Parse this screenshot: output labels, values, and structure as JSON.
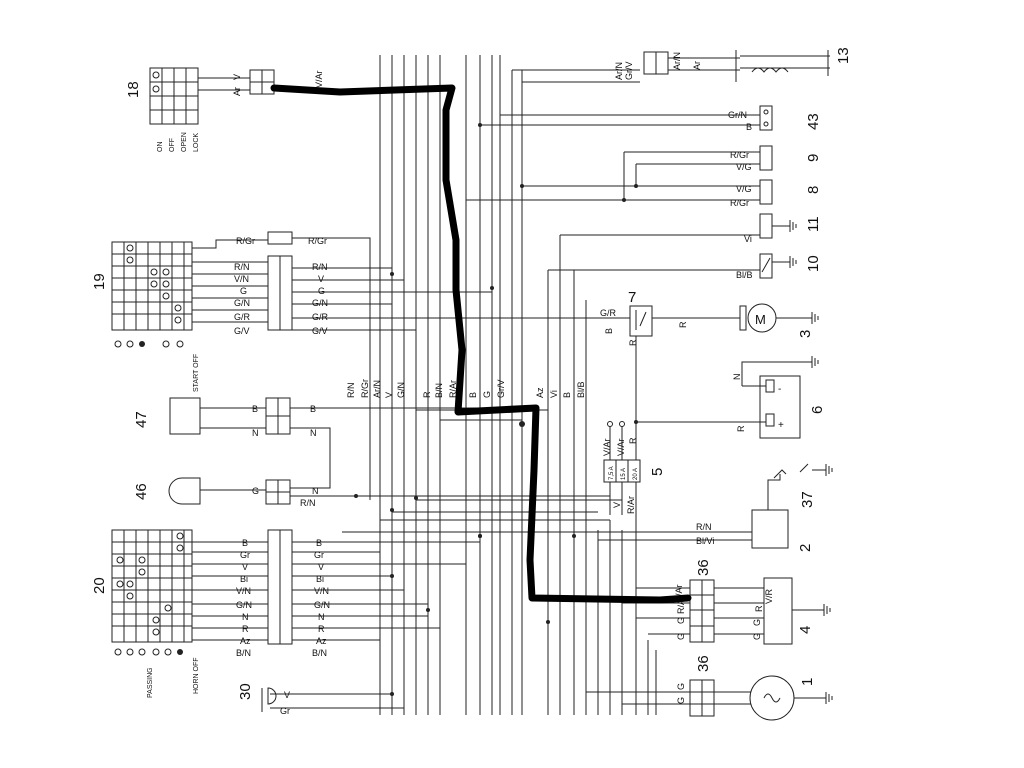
{
  "diagram": {
    "components": {
      "c18": "18",
      "c43": "43",
      "c9": "9",
      "c8": "8",
      "c11": "11",
      "c10": "10",
      "c7": "7",
      "c3": "3",
      "c6": "6",
      "c5": "5",
      "c47": "47",
      "c46": "46",
      "c37": "37",
      "c2": "2",
      "c36a": "36",
      "c36b": "36",
      "c4": "4",
      "c1": "1",
      "c30": "30",
      "c13": "13",
      "c20": "20",
      "c19": "19"
    },
    "switch18_labels": [
      "ON",
      "OFF",
      "OPEN",
      "LOCK"
    ],
    "switch19_label": "START OFF",
    "switch20_labels": [
      "PASSING",
      "HORN OFF"
    ],
    "fuses": [
      "7,5 A",
      "15 A",
      "20 A"
    ],
    "battery": {
      "plus": "+",
      "minus": "-"
    },
    "motor_symbol": "M",
    "wire_labels": {
      "w_VAr_top": "V/Ar",
      "w_V18": "V",
      "w_Ar18": "Ar",
      "w_ArN": "Ar/N",
      "w_GrV_top": "Gr/V",
      "w_ArN2": "Ar/N",
      "w_Ar_top": "Ar",
      "w_GrN43": "Gr/N",
      "w_B43": "B",
      "w_RGr9": "R/Gr",
      "w_VG9": "V/G",
      "w_VG8": "V/G",
      "w_RGr8": "R/Gr",
      "w_Vi11": "Vi",
      "w_BlB10": "Bl/B",
      "w_GR7": "G/R",
      "w_B7": "B",
      "w_R7": "R",
      "w_R3": "R",
      "w_N6": "N",
      "w_R6": "R",
      "w_VAr5": "V/Ar",
      "w_VAr5b": "V/Ar",
      "w_R5": "R",
      "w_V5": "V",
      "w_RAr5": "R/Ar",
      "w_RN2": "R/N",
      "w_BlVi2": "Bl/Vi",
      "w_VR4": "V/R",
      "w_R4": "R",
      "w_G4a": "G",
      "w_G4b": "G",
      "w_VAr36": "V/Ar",
      "w_RAr36": "R/Ar",
      "w_G36a": "G",
      "w_G36b": "G",
      "w_G1a": "G",
      "w_G1b": "G",
      "w_RGr19a": "R/Gr",
      "w_RGr19b": "R/Gr",
      "w_RN19a": "R/N",
      "w_RN19b": "R/N",
      "w_VN19": "V/N",
      "w_V19": "V",
      "w_G19a": "G",
      "w_G19b": "G",
      "w_GN19a": "G/N",
      "w_GN19b": "G/N",
      "w_GR19a": "G/R",
      "w_GR19b": "G/R",
      "w_GV19a": "G/V",
      "w_GV19b": "G/V",
      "w_B47a": "B",
      "w_B47b": "B",
      "w_N47a": "N",
      "w_N47b": "N",
      "w_G46a": "G",
      "w_N46": "N",
      "w_RN46": "R/N",
      "w_B20a": "B",
      "w_B20b": "B",
      "w_Gr20a": "Gr",
      "w_Gr20b": "Gr",
      "w_V20a": "V",
      "w_V20b": "V",
      "w_Bi20a": "Bi",
      "w_Bi20b": "Bi",
      "w_VN20a": "V/N",
      "w_VN20b": "V/N",
      "w_GN20a": "G/N",
      "w_GN20b": "G/N",
      "w_N20a": "N",
      "w_N20b": "N",
      "w_R20a": "R",
      "w_R20b": "R",
      "w_Az20a": "Az",
      "w_Az20b": "Az",
      "w_BN20a": "B/N",
      "w_BN20b": "B/N",
      "w_V30": "V",
      "w_Gr30": "Gr"
    },
    "bus_labels": [
      "R/N",
      "R/Gr",
      "Ar/N",
      "V",
      "G/N",
      "R",
      "B/N",
      "R/Ar",
      "B",
      "G",
      "Gr/V",
      "Az",
      "Vi",
      "B",
      "Bl/B"
    ]
  }
}
